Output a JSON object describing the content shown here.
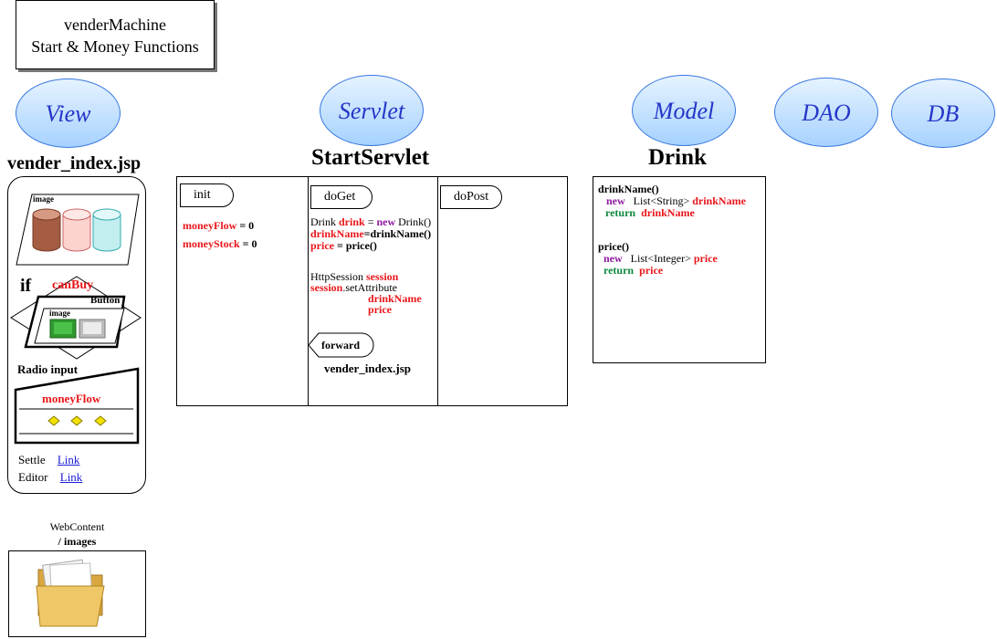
{
  "title": {
    "line1": "venderMachine",
    "line2": "Start & Money Functions"
  },
  "layers": {
    "view": "View",
    "servlet": "Servlet",
    "model": "Model",
    "dao": "DAO",
    "db": "DB"
  },
  "view": {
    "jsp_name": "vender_index.jsp",
    "image_label": "image",
    "if_label": "if",
    "condition": "canBuy",
    "button_label": "Button",
    "inner_image_label": "image",
    "radio_label": "Radio input",
    "money_flow": "moneyFlow",
    "links": [
      {
        "label": "Settle",
        "link": "Link"
      },
      {
        "label": "Editor",
        "link": "Link"
      }
    ],
    "webcontent": "WebContent",
    "images_dir": "/ images"
  },
  "servlet": {
    "name": "StartServlet",
    "init": {
      "tag": "init",
      "lines": [
        {
          "var": "moneyFlow",
          "rest": " = 0"
        },
        {
          "var": "moneyStock",
          "rest": " = 0"
        }
      ]
    },
    "doget": {
      "tag": "doGet",
      "l1_a": "Drink ",
      "l1_b": "drink",
      "l1_c": " = ",
      "l1_d": "new",
      "l1_e": " Drink()",
      "l2_a": "drinkName",
      "l2_b": "=drinkName()",
      "l3_a": "price",
      "l3_b": " = price()",
      "s1_a": "HttpSession ",
      "s1_b": "session",
      "s2_a": "session",
      "s2_b": ".setAttribute",
      "s3": "drinkName",
      "s4": "price",
      "forward": "forward",
      "forward_target": "vender_index.jsp"
    },
    "dopost": {
      "tag": "doPost"
    }
  },
  "model": {
    "name": "Drink",
    "m1": {
      "sig": "drinkName()",
      "kw_new": "new",
      "type": "List<String>",
      "var": "drinkName",
      "kw_return": "return",
      "ret": "drinkName"
    },
    "m2": {
      "sig": "price()",
      "kw_new": "new",
      "type": "List<Integer>",
      "var": "price",
      "kw_return": "return",
      "ret": "price"
    }
  },
  "colors": {
    "layer_text": "#2536c8",
    "layer_border": "#3a78e0",
    "highlight_red": "#e8161a",
    "keyword_purple": "#8e1a9e",
    "keyword_green": "#0e8a3e",
    "link_blue": "#1a1ad6"
  }
}
